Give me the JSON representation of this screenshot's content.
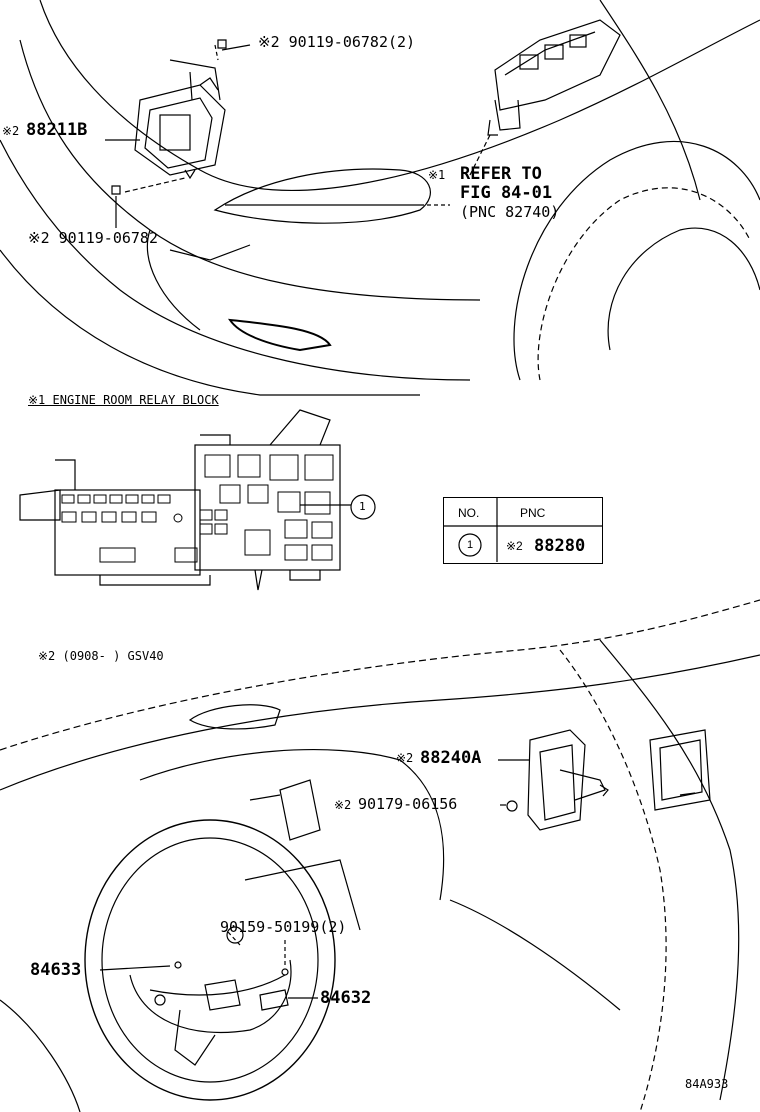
{
  "labels": {
    "top_bolt_2": "※2 90119-06782(2)",
    "part_88211b": "88211B",
    "mark_88211b": "※2",
    "bolt_lower": "※2 90119-06782",
    "refer_mark": "※1",
    "refer_line1": "REFER TO",
    "refer_line2": "FIG 84-01",
    "refer_line3": "(PNC 82740)",
    "relay_block_title": "※1 ENGINE ROOM RELAY BLOCK",
    "callout_1": "1",
    "applicability": "※2 (0908-    ) GSV40",
    "part_88240a_mark": "※2",
    "part_88240a": "88240A",
    "nut_mark": "※2",
    "nut_number": "90179-06156",
    "screw_number": "90159-50199(2)",
    "part_84633": "84633",
    "part_84632": "84632",
    "figure_id": "84A933"
  },
  "pnc_table": {
    "header_no": "NO.",
    "header_pnc": "PNC",
    "row_no": "1",
    "row_mark": "※2",
    "row_pnc": "88280"
  }
}
